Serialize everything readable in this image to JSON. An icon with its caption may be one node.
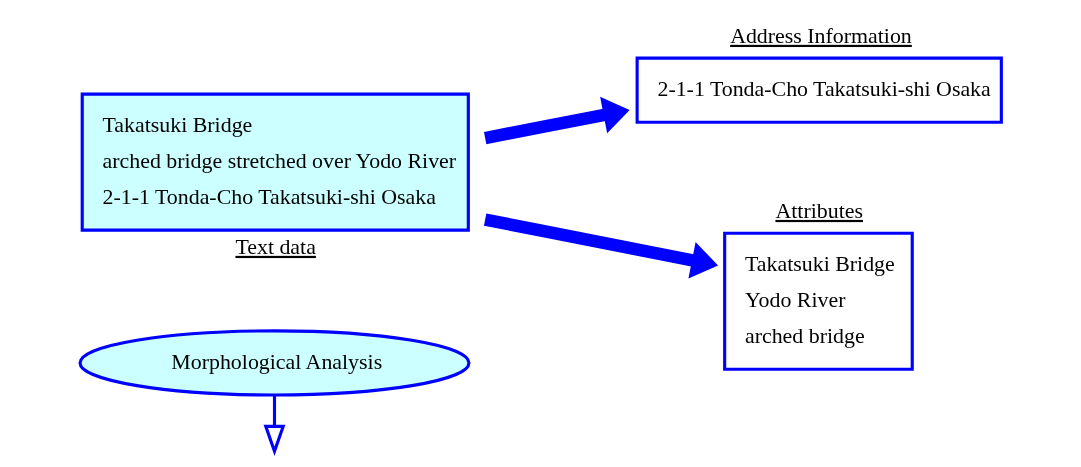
{
  "diagram": {
    "nodes": [
      {
        "text": [
          "Morphological Analysis"
        ]
      },
      {
        "text": [
          "Takatsuki Bridge",
          "arched bridge stretched over Yodo River",
          "2-1-1 Tonda-Cho Takatsuki-shi Osaka",
          "Text data"
        ]
      },
      {
        "text": [
          "Address Information",
          "2-1-1 Tonda-Cho Takatsuki-shi Osaka"
        ]
      },
      {
        "text": [
          "Attributes",
          "Takatsuki Bridge",
          "Yodo River",
          "arched bridge"
        ]
      }
    ],
    "edges": [
      {
        "from": 0,
        "to": null,
        "arrow": "to"
      },
      {
        "from": 1,
        "to": 2,
        "arrow": "to"
      },
      {
        "from": 1,
        "to": 3,
        "arrow": "to"
      }
    ]
  }
}
